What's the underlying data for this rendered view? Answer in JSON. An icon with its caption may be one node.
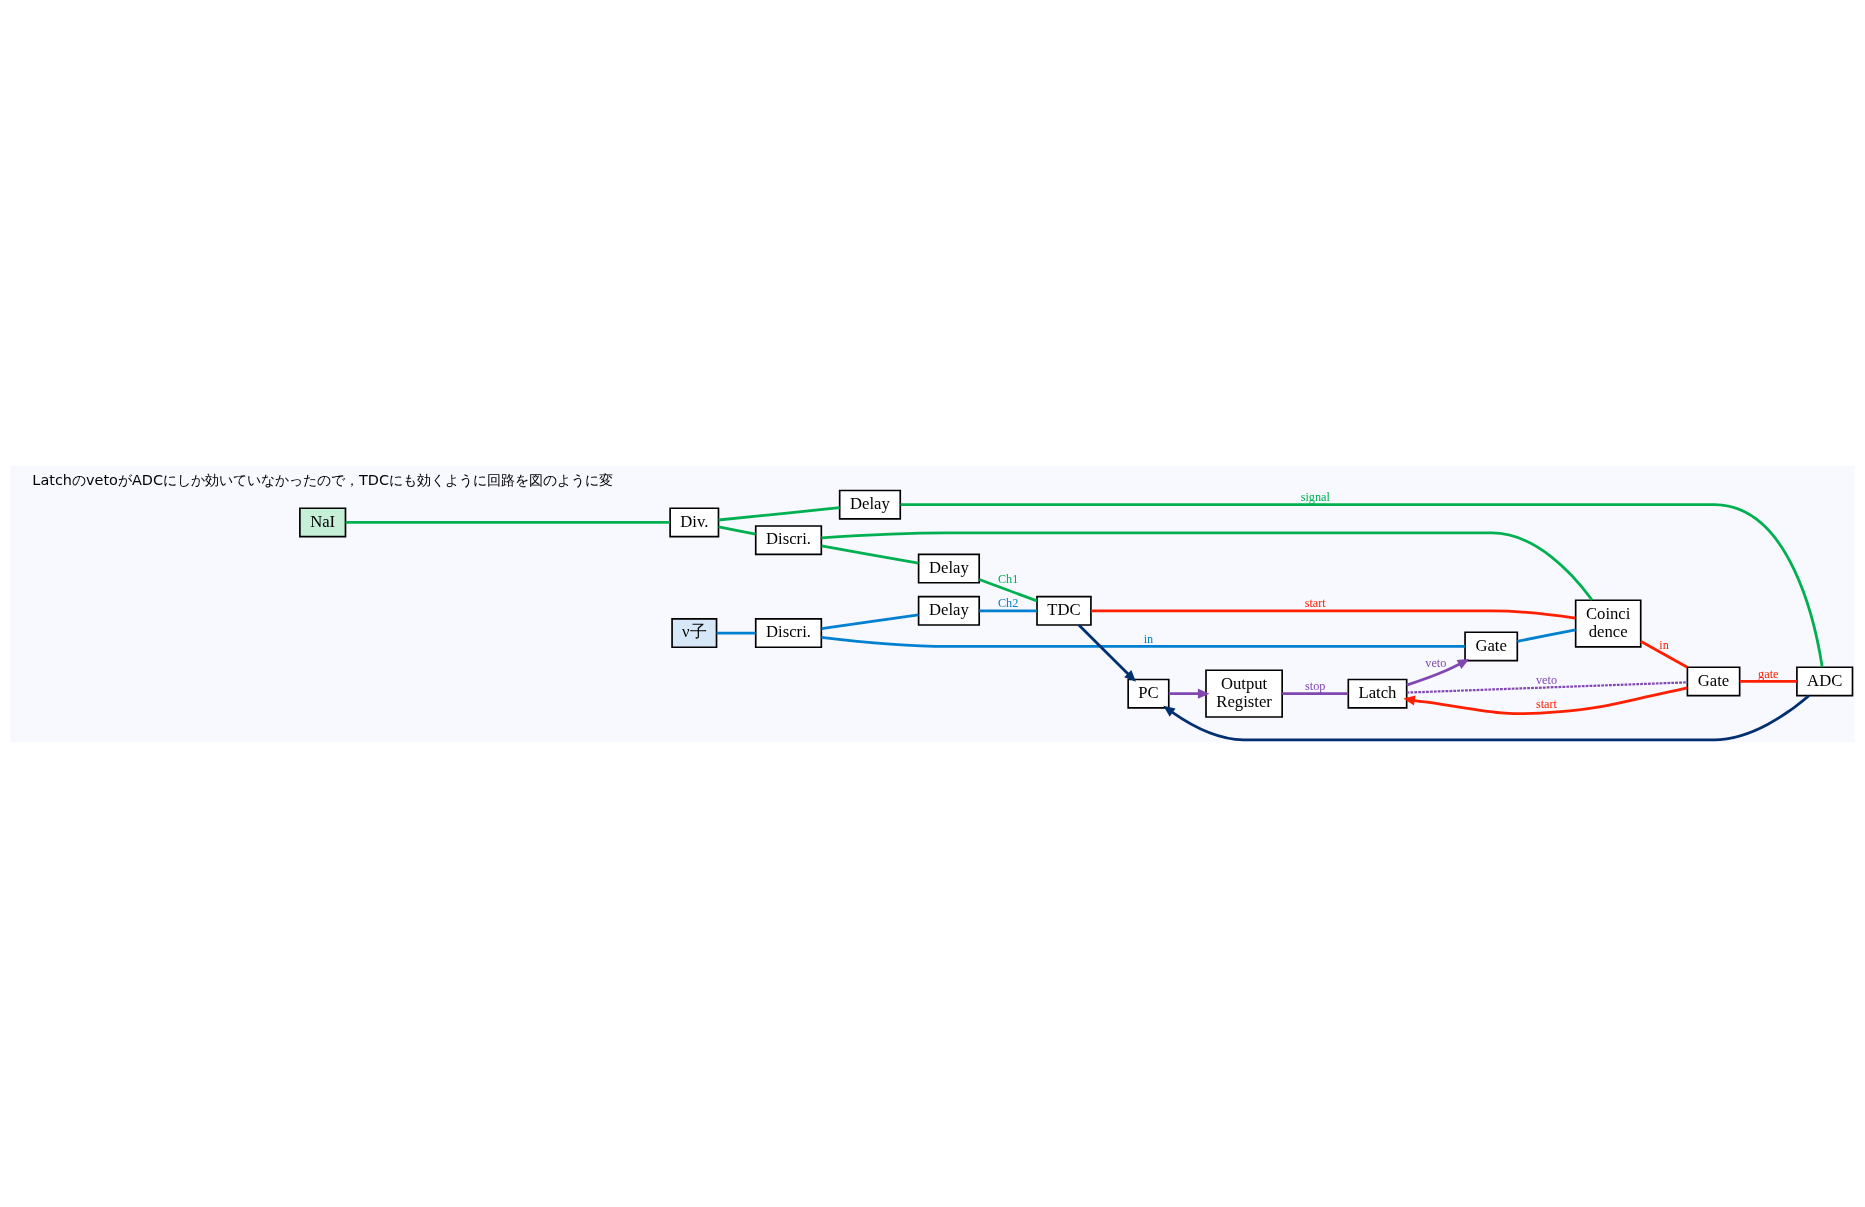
{
  "diagram": {
    "nodes": [
      {
        "text": [
          "NaI"
        ]
      },
      {
        "text": [
          "Div."
        ]
      },
      {
        "text": [
          "Discri."
        ]
      },
      {
        "text": [
          "Delay"
        ]
      },
      {
        "text": [
          "Delay"
        ]
      },
      {
        "text": [
          "ν子"
        ]
      },
      {
        "text": [
          "Discri."
        ]
      },
      {
        "text": [
          "Delay"
        ]
      },
      {
        "text": [
          "TDC"
        ]
      },
      {
        "text": [
          "Coinci dence"
        ]
      },
      {
        "text": [
          "Gate"
        ]
      },
      {
        "text": [
          "Gate"
        ]
      },
      {
        "text": [
          "ADC"
        ]
      },
      {
        "text": [
          "Output Register"
        ]
      },
      {
        "text": [
          "Latch"
        ]
      },
      {
        "text": [
          "PC"
        ]
      }
    ],
    "edges": [
      {
        "from": 0,
        "to": 1,
        "arrow": "none"
      },
      {
        "from": 1,
        "to": 3,
        "arrow": "none"
      },
      {
        "from": 1,
        "to": 2,
        "arrow": "none"
      },
      {
        "from": 2,
        "to": 4,
        "arrow": "none"
      },
      {
        "from": 2,
        "to": 9,
        "arrow": "none"
      },
      {
        "from": 3,
        "to": 12,
        "arrow": "none",
        "label": "signal"
      },
      {
        "from": 4,
        "to": 8,
        "arrow": "none",
        "label": "Ch1"
      },
      {
        "from": 5,
        "to": 6,
        "arrow": "none",
        "color": "#0080d0"
      },
      {
        "from": 6,
        "to": 7,
        "arrow": "none",
        "color": "#0080d0"
      },
      {
        "from": 7,
        "to": 8,
        "arrow": "none",
        "label": "Ch2",
        "color": "#0080d0"
      },
      {
        "from": 6,
        "to": 10,
        "arrow": "none",
        "label": "in",
        "color": "#0080d0"
      },
      {
        "from": 10,
        "to": 9,
        "arrow": "none",
        "color": "#0080d0"
      },
      {
        "from": 9,
        "to": 8,
        "arrow": "none",
        "label": "start",
        "color": "#ff2000"
      },
      {
        "from": 9,
        "to": 11,
        "arrow": "none",
        "label": "in",
        "color": "#ff2000"
      },
      {
        "from": 11,
        "to": 12,
        "arrow": "none",
        "label": "gate",
        "color": "#ff2000"
      },
      {
        "from": 11,
        "to": 14,
        "arrow": "to",
        "label": "start",
        "color": "#ff2000"
      },
      {
        "from": 8,
        "to": 15,
        "arrow": "to",
        "color": "#003070"
      },
      {
        "from": 12,
        "to": 15,
        "arrow": "to",
        "color": "#003070"
      },
      {
        "from": 15,
        "to": 13,
        "arrow": "to",
        "color": "#8048b0"
      },
      {
        "from": 13,
        "to": 14,
        "arrow": "none",
        "label": "stop",
        "color": "#8048b0"
      },
      {
        "from": 14,
        "to": 10,
        "arrow": "to",
        "label": "veto",
        "color": "#8048b0"
      },
      {
        "from": 14,
        "to": 11,
        "arrow": "none",
        "label": "veto",
        "style": "dashed",
        "color": "#8048b0"
      }
    ],
    "labels": [
      "LatchのvetoがADCにしか効いていなかったので，TDCにも効くように回路を図のように変"
    ]
  }
}
